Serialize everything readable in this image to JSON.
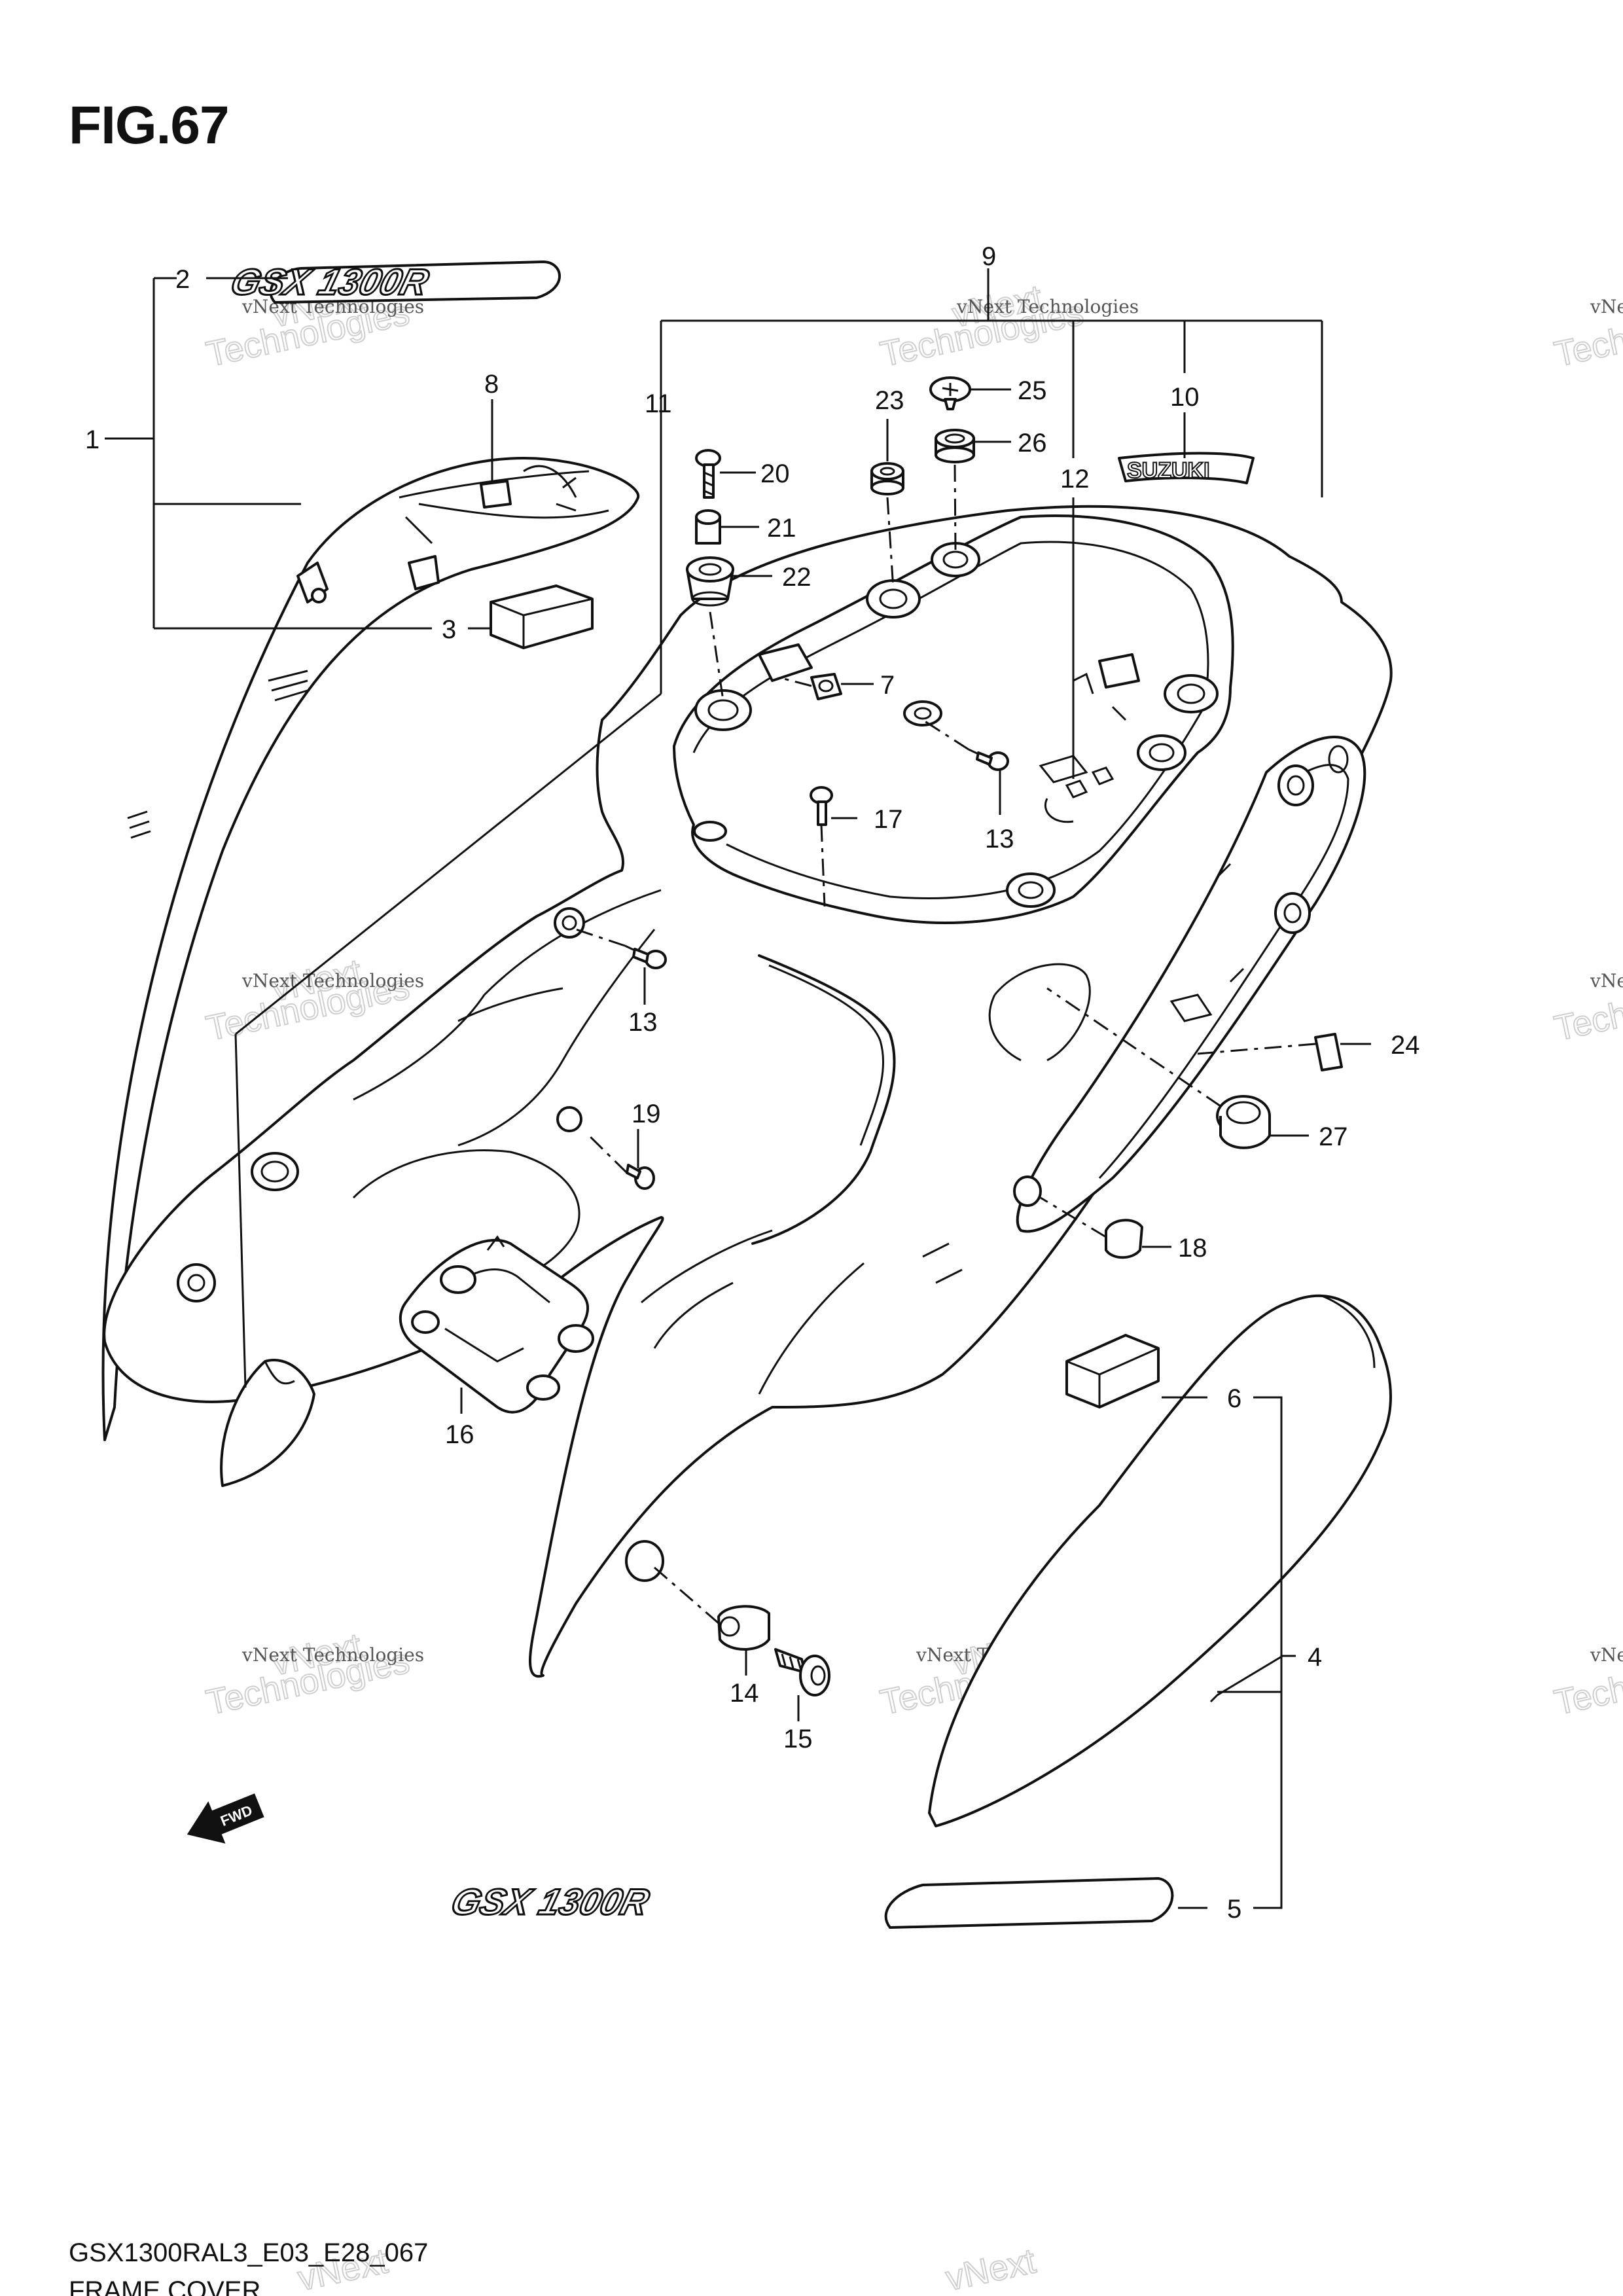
{
  "figure": {
    "title": "FIG.67",
    "model_code": "GSX1300RAL3_E03_E28_067",
    "caption": "FRAME COVER"
  },
  "watermark": {
    "line1": "vNext Technologies",
    "line2": "vNext",
    "line3": "Technologies"
  },
  "emblems": {
    "model_logo": "GSX 1300R",
    "brand_logo": "SUZUKI",
    "forward_arrow": "FWD"
  },
  "callouts": [
    {
      "id": "1",
      "label": "1"
    },
    {
      "id": "2",
      "label": "2"
    },
    {
      "id": "3",
      "label": "3"
    },
    {
      "id": "4",
      "label": "4"
    },
    {
      "id": "5",
      "label": "5"
    },
    {
      "id": "6",
      "label": "6"
    },
    {
      "id": "7",
      "label": "7"
    },
    {
      "id": "8",
      "label": "8"
    },
    {
      "id": "9",
      "label": "9"
    },
    {
      "id": "10",
      "label": "10"
    },
    {
      "id": "11",
      "label": "11"
    },
    {
      "id": "12",
      "label": "12"
    },
    {
      "id": "13a",
      "label": "13"
    },
    {
      "id": "13b",
      "label": "13"
    },
    {
      "id": "14",
      "label": "14"
    },
    {
      "id": "15",
      "label": "15"
    },
    {
      "id": "16",
      "label": "16"
    },
    {
      "id": "17",
      "label": "17"
    },
    {
      "id": "18",
      "label": "18"
    },
    {
      "id": "19",
      "label": "19"
    },
    {
      "id": "20",
      "label": "20"
    },
    {
      "id": "21",
      "label": "21"
    },
    {
      "id": "22",
      "label": "22"
    },
    {
      "id": "23",
      "label": "23"
    },
    {
      "id": "24",
      "label": "24"
    },
    {
      "id": "25",
      "label": "25"
    },
    {
      "id": "26",
      "label": "26"
    },
    {
      "id": "27",
      "label": "27"
    }
  ]
}
